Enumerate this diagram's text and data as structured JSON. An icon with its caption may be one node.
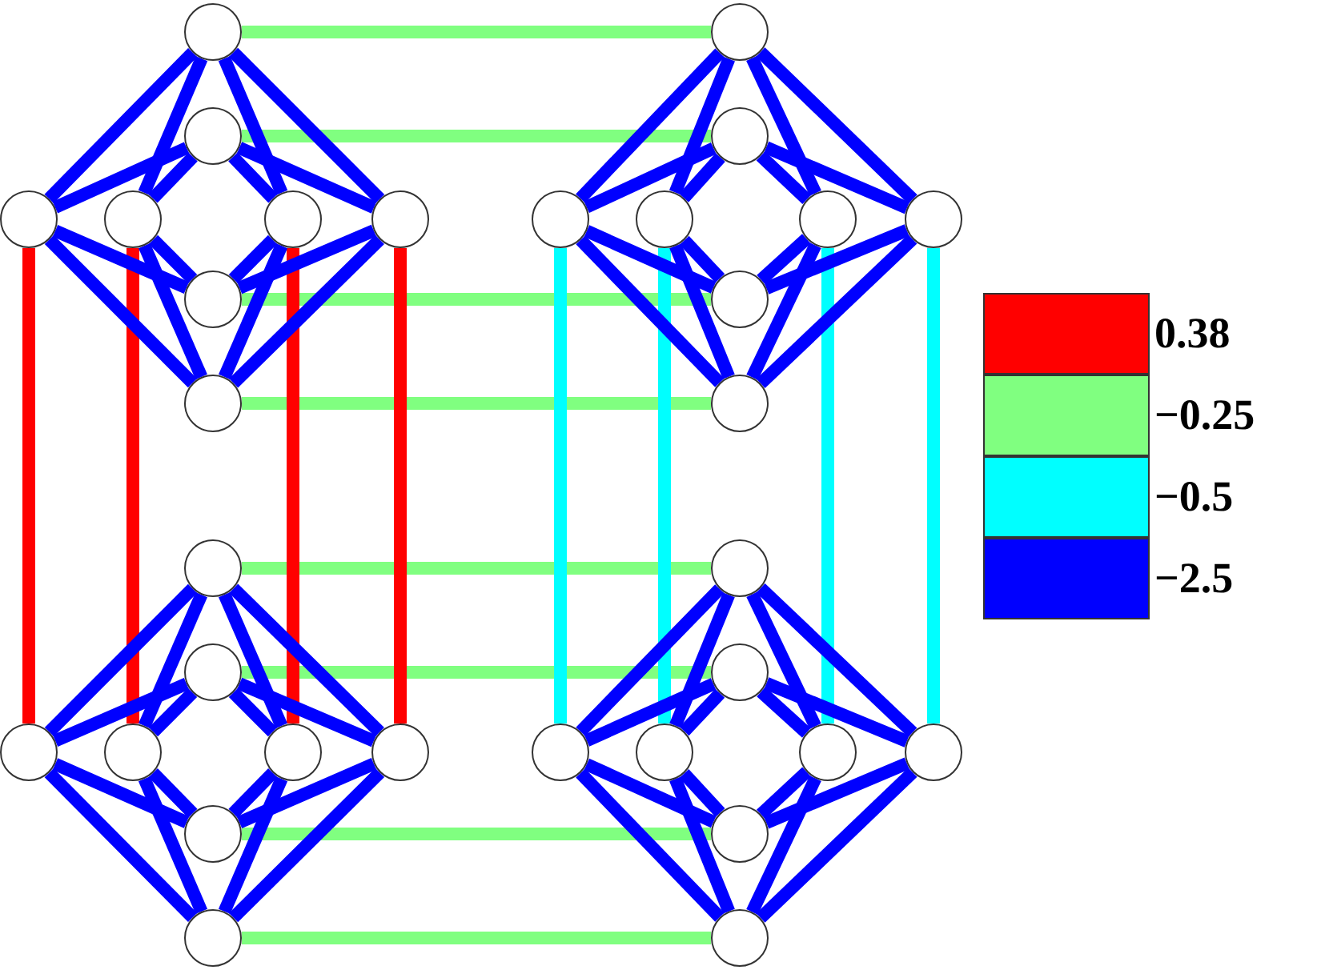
{
  "diagram": {
    "nodes": [
      {
        "text": [],
        "shape": "circle"
      },
      {
        "text": [],
        "shape": "circle"
      },
      {
        "text": [],
        "shape": "circle"
      },
      {
        "text": [],
        "shape": "circle"
      },
      {
        "text": [],
        "shape": "circle"
      },
      {
        "text": [],
        "shape": "circle"
      },
      {
        "text": [],
        "shape": "circle"
      },
      {
        "text": [],
        "shape": "circle"
      },
      {
        "text": [],
        "shape": "circle"
      },
      {
        "text": [],
        "shape": "circle"
      },
      {
        "text": [],
        "shape": "circle"
      },
      {
        "text": [],
        "shape": "circle"
      },
      {
        "text": [],
        "shape": "circle"
      },
      {
        "text": [],
        "shape": "circle"
      },
      {
        "text": [],
        "shape": "circle"
      },
      {
        "text": [],
        "shape": "circle"
      },
      {
        "text": [],
        "shape": "circle"
      },
      {
        "text": [],
        "shape": "circle"
      },
      {
        "text": [],
        "shape": "circle"
      },
      {
        "text": [],
        "shape": "circle"
      },
      {
        "text": [],
        "shape": "circle"
      },
      {
        "text": [],
        "shape": "circle"
      },
      {
        "text": [],
        "shape": "circle"
      },
      {
        "text": [],
        "shape": "circle"
      },
      {
        "text": [],
        "shape": "circle"
      },
      {
        "text": [],
        "shape": "circle"
      },
      {
        "text": [],
        "shape": "circle"
      },
      {
        "text": [],
        "shape": "circle"
      },
      {
        "text": [],
        "shape": "circle"
      },
      {
        "text": [],
        "shape": "circle"
      },
      {
        "text": [],
        "shape": "circle"
      },
      {
        "text": [],
        "shape": "circle"
      }
    ],
    "edges": [
      {
        "from": 0,
        "to": 8,
        "arrow": "none",
        "color": "#80ff80"
      },
      {
        "from": 1,
        "to": 9,
        "arrow": "none",
        "color": "#80ff80"
      },
      {
        "from": 6,
        "to": 14,
        "arrow": "none",
        "color": "#80ff80"
      },
      {
        "from": 7,
        "to": 15,
        "arrow": "none",
        "color": "#80ff80"
      },
      {
        "from": 16,
        "to": 24,
        "arrow": "none",
        "color": "#80ff80"
      },
      {
        "from": 17,
        "to": 25,
        "arrow": "none",
        "color": "#80ff80"
      },
      {
        "from": 22,
        "to": 30,
        "arrow": "none",
        "color": "#80ff80"
      },
      {
        "from": 23,
        "to": 31,
        "arrow": "none",
        "color": "#80ff80"
      },
      {
        "from": 2,
        "to": 18,
        "arrow": "none",
        "color": "#ff0000"
      },
      {
        "from": 3,
        "to": 19,
        "arrow": "none",
        "color": "#ff0000"
      },
      {
        "from": 4,
        "to": 20,
        "arrow": "none",
        "color": "#ff0000"
      },
      {
        "from": 5,
        "to": 21,
        "arrow": "none",
        "color": "#ff0000"
      },
      {
        "from": 10,
        "to": 26,
        "arrow": "none",
        "color": "#00ffff"
      },
      {
        "from": 11,
        "to": 27,
        "arrow": "none",
        "color": "#00ffff"
      },
      {
        "from": 12,
        "to": 28,
        "arrow": "none",
        "color": "#00ffff"
      },
      {
        "from": 13,
        "to": 29,
        "arrow": "none",
        "color": "#00ffff"
      },
      {
        "from": 0,
        "to": 2,
        "arrow": "none"
      },
      {
        "from": 0,
        "to": 3,
        "arrow": "none"
      },
      {
        "from": 0,
        "to": 4,
        "arrow": "none"
      },
      {
        "from": 0,
        "to": 5,
        "arrow": "none"
      },
      {
        "from": 1,
        "to": 2,
        "arrow": "none"
      },
      {
        "from": 1,
        "to": 3,
        "arrow": "none"
      },
      {
        "from": 1,
        "to": 4,
        "arrow": "none"
      },
      {
        "from": 1,
        "to": 5,
        "arrow": "none"
      },
      {
        "from": 6,
        "to": 2,
        "arrow": "none"
      },
      {
        "from": 6,
        "to": 3,
        "arrow": "none"
      },
      {
        "from": 6,
        "to": 4,
        "arrow": "none"
      },
      {
        "from": 6,
        "to": 5,
        "arrow": "none"
      },
      {
        "from": 7,
        "to": 2,
        "arrow": "none"
      },
      {
        "from": 7,
        "to": 3,
        "arrow": "none"
      },
      {
        "from": 7,
        "to": 4,
        "arrow": "none"
      },
      {
        "from": 7,
        "to": 5,
        "arrow": "none"
      },
      {
        "from": 8,
        "to": 10,
        "arrow": "none"
      },
      {
        "from": 8,
        "to": 11,
        "arrow": "none"
      },
      {
        "from": 8,
        "to": 12,
        "arrow": "none"
      },
      {
        "from": 8,
        "to": 13,
        "arrow": "none"
      },
      {
        "from": 9,
        "to": 10,
        "arrow": "none"
      },
      {
        "from": 9,
        "to": 11,
        "arrow": "none"
      },
      {
        "from": 9,
        "to": 12,
        "arrow": "none"
      },
      {
        "from": 9,
        "to": 13,
        "arrow": "none"
      },
      {
        "from": 14,
        "to": 10,
        "arrow": "none"
      },
      {
        "from": 14,
        "to": 11,
        "arrow": "none"
      },
      {
        "from": 14,
        "to": 12,
        "arrow": "none"
      },
      {
        "from": 14,
        "to": 13,
        "arrow": "none"
      },
      {
        "from": 15,
        "to": 10,
        "arrow": "none"
      },
      {
        "from": 15,
        "to": 11,
        "arrow": "none"
      },
      {
        "from": 15,
        "to": 12,
        "arrow": "none"
      },
      {
        "from": 15,
        "to": 13,
        "arrow": "none"
      },
      {
        "from": 16,
        "to": 18,
        "arrow": "none"
      },
      {
        "from": 16,
        "to": 19,
        "arrow": "none"
      },
      {
        "from": 16,
        "to": 20,
        "arrow": "none"
      },
      {
        "from": 16,
        "to": 21,
        "arrow": "none"
      },
      {
        "from": 17,
        "to": 18,
        "arrow": "none"
      },
      {
        "from": 17,
        "to": 19,
        "arrow": "none"
      },
      {
        "from": 17,
        "to": 20,
        "arrow": "none"
      },
      {
        "from": 17,
        "to": 21,
        "arrow": "none"
      },
      {
        "from": 22,
        "to": 18,
        "arrow": "none"
      },
      {
        "from": 22,
        "to": 19,
        "arrow": "none"
      },
      {
        "from": 22,
        "to": 20,
        "arrow": "none"
      },
      {
        "from": 22,
        "to": 21,
        "arrow": "none"
      },
      {
        "from": 23,
        "to": 18,
        "arrow": "none"
      },
      {
        "from": 23,
        "to": 19,
        "arrow": "none"
      },
      {
        "from": 23,
        "to": 20,
        "arrow": "none"
      },
      {
        "from": 23,
        "to": 21,
        "arrow": "none"
      },
      {
        "from": 24,
        "to": 26,
        "arrow": "none"
      },
      {
        "from": 24,
        "to": 27,
        "arrow": "none"
      },
      {
        "from": 24,
        "to": 28,
        "arrow": "none"
      },
      {
        "from": 24,
        "to": 29,
        "arrow": "none"
      },
      {
        "from": 25,
        "to": 26,
        "arrow": "none"
      },
      {
        "from": 25,
        "to": 27,
        "arrow": "none"
      },
      {
        "from": 25,
        "to": 28,
        "arrow": "none"
      },
      {
        "from": 25,
        "to": 29,
        "arrow": "none"
      },
      {
        "from": 30,
        "to": 26,
        "arrow": "none"
      },
      {
        "from": 30,
        "to": 27,
        "arrow": "none"
      },
      {
        "from": 30,
        "to": 28,
        "arrow": "none"
      },
      {
        "from": 30,
        "to": 29,
        "arrow": "none"
      },
      {
        "from": 31,
        "to": 26,
        "arrow": "none"
      },
      {
        "from": 31,
        "to": 27,
        "arrow": "none"
      },
      {
        "from": 31,
        "to": 28,
        "arrow": "none"
      },
      {
        "from": 31,
        "to": 29,
        "arrow": "none"
      }
    ],
    "legend": [
      {
        "text": "0.38",
        "color": "#ff0000"
      },
      {
        "text": "−0.25",
        "color": "#80ff80"
      },
      {
        "text": "−0.5",
        "color": "#00ffff"
      },
      {
        "text": "−2.5",
        "color": "#0000ff"
      }
    ]
  }
}
